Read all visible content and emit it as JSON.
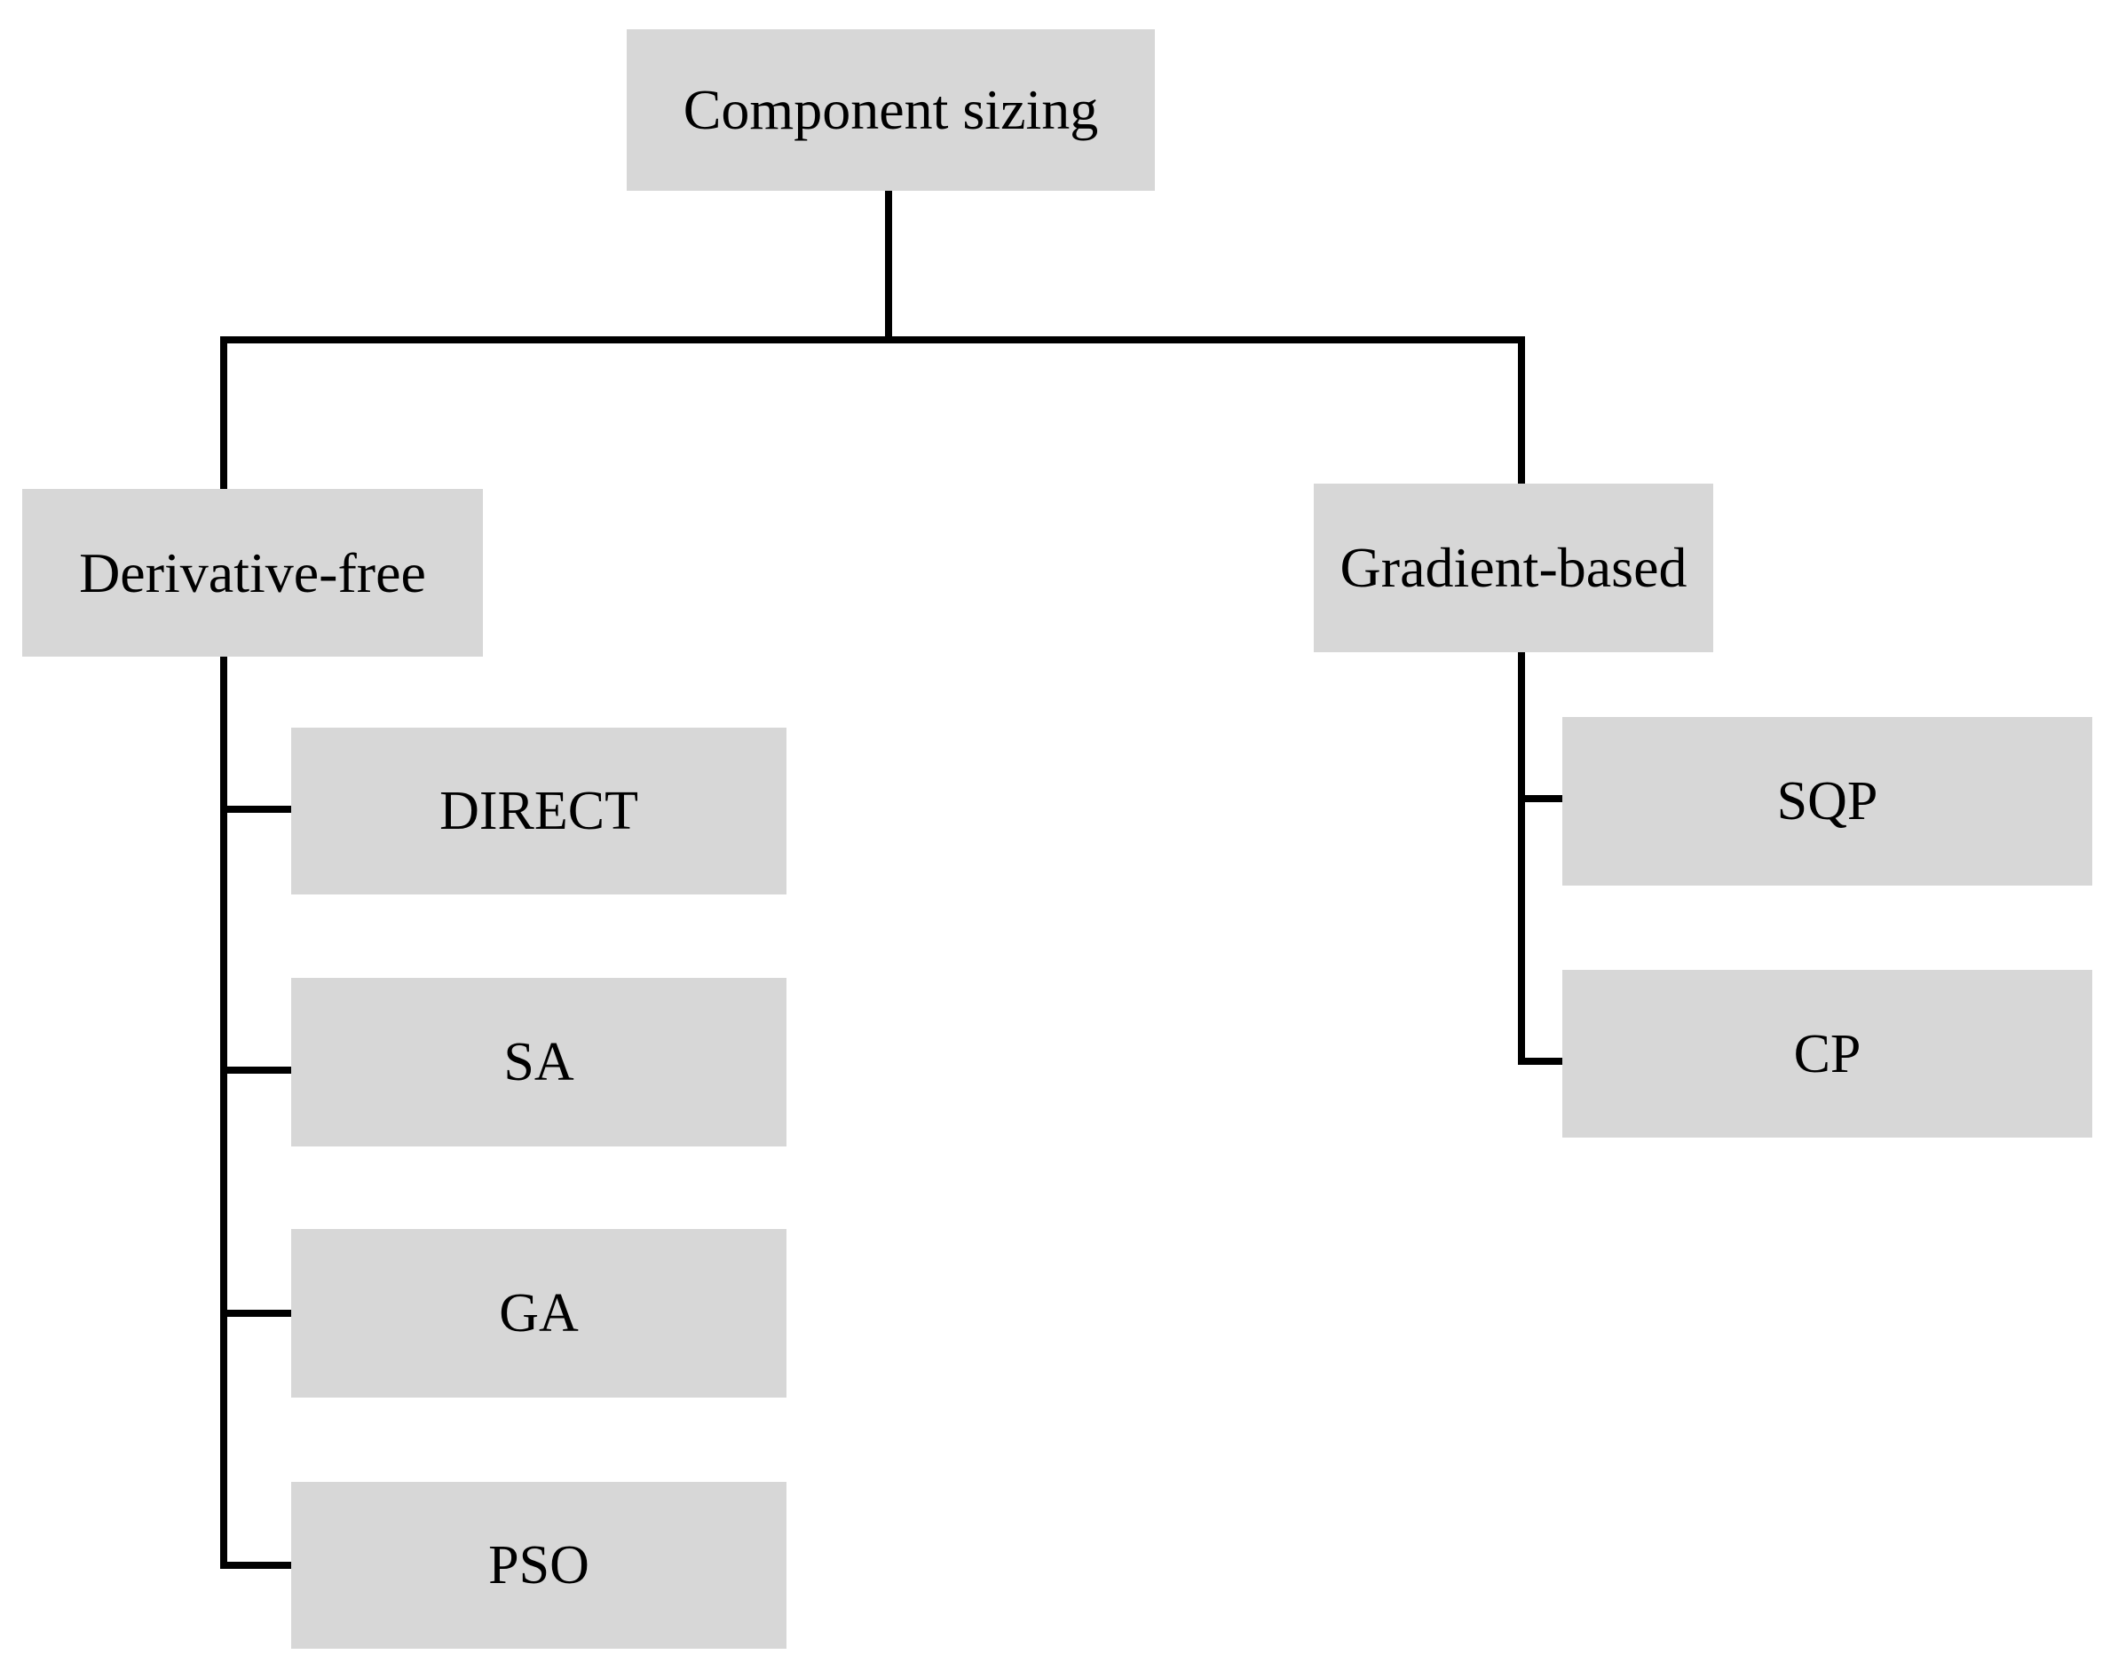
{
  "diagram": {
    "title": "Component sizing",
    "type": "tree",
    "background_color": "#ffffff",
    "node_fill_color": "#d7d7d7",
    "edge_color": "#000000",
    "text_color": "#000000"
  },
  "nodes": {
    "root": {
      "label": "Component sizing"
    },
    "derivative_free": {
      "label": "Derivative-free"
    },
    "gradient_based": {
      "label": "Gradient-based"
    },
    "direct": {
      "label": "DIRECT"
    },
    "sa": {
      "label": "SA"
    },
    "ga": {
      "label": "GA"
    },
    "pso": {
      "label": "PSO"
    },
    "sqp": {
      "label": "SQP"
    },
    "cp": {
      "label": "CP"
    }
  },
  "hierarchy": {
    "root": "Component sizing",
    "branches": [
      {
        "label": "Derivative-free",
        "children": [
          "DIRECT",
          "SA",
          "GA",
          "PSO"
        ]
      },
      {
        "label": "Gradient-based",
        "children": [
          "SQP",
          "CP"
        ]
      }
    ]
  }
}
